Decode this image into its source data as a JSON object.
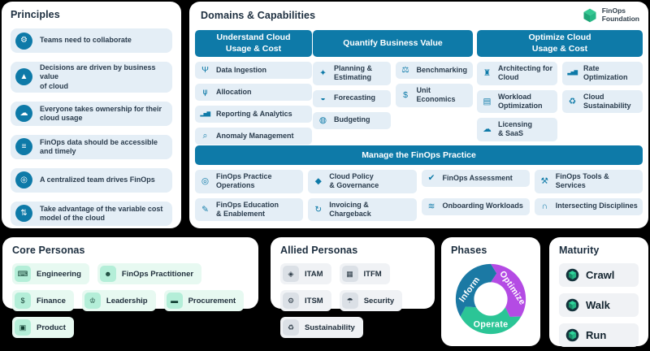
{
  "colors": {
    "header_teal": "#0e7aa8",
    "item_blue_bg": "#e4eef6",
    "icon_blue": "#0e7aa8",
    "mint_bg": "#e7f9f1",
    "gray_bg": "#f0f2f5",
    "brand_green": "#2fbf8f"
  },
  "principles": {
    "title": "Principles",
    "items": [
      {
        "label": "Teams need to collaborate",
        "icon": "collaborate-icon",
        "glyph": "⚙"
      },
      {
        "label": "Decisions are driven by business value\nof cloud",
        "icon": "business-value-icon",
        "glyph": "▲"
      },
      {
        "label": "Everyone takes ownership for their\ncloud usage",
        "icon": "ownership-icon",
        "glyph": "☁"
      },
      {
        "label": "FinOps data should be accessible\nand timely",
        "icon": "data-accessible-icon",
        "glyph": "≡"
      },
      {
        "label": "A centralized team drives FinOps",
        "icon": "centralized-team-icon",
        "glyph": "◎"
      },
      {
        "label": "Take advantage of the variable cost\nmodel of the cloud",
        "icon": "variable-cost-icon",
        "glyph": "⇅"
      }
    ]
  },
  "domains": {
    "title": "Domains & Capabilities",
    "logo": {
      "line1": "FinOps",
      "line2": "Foundation"
    },
    "columns": [
      {
        "header": "Understand Cloud\nUsage & Cost",
        "items": [
          {
            "label": "Data Ingestion",
            "icon": "data-ingestion-icon",
            "glyph": "Ψ"
          },
          {
            "label": "Allocation",
            "icon": "allocation-icon",
            "glyph": "⋔"
          },
          {
            "label": "Reporting & Analytics",
            "icon": "reporting-analytics-icon",
            "glyph": "▂▅▇"
          },
          {
            "label": "Anomaly Management",
            "icon": "anomaly-management-icon",
            "glyph": "⌕"
          }
        ]
      },
      {
        "header": "Quantify Business Value",
        "left_items": [
          {
            "label": "Planning &\nEstimating",
            "icon": "planning-estimating-icon",
            "glyph": "✦"
          },
          {
            "label": "Forecasting",
            "icon": "forecasting-icon",
            "glyph": "◒"
          },
          {
            "label": "Budgeting",
            "icon": "budgeting-icon",
            "glyph": "◍"
          }
        ],
        "right_items": [
          {
            "label": "Benchmarking",
            "icon": "benchmarking-icon",
            "glyph": "⚖"
          },
          {
            "label": "Unit Economics",
            "icon": "unit-economics-icon",
            "glyph": "$"
          }
        ]
      },
      {
        "header": "Optimize Cloud\nUsage & Cost",
        "left_items": [
          {
            "label": "Architecting for\nCloud",
            "icon": "architecting-cloud-icon",
            "glyph": "♜"
          },
          {
            "label": "Workload\nOptimization",
            "icon": "workload-optimization-icon",
            "glyph": "▤"
          },
          {
            "label": "Licensing\n& SaaS",
            "icon": "licensing-saas-icon",
            "glyph": "☁"
          }
        ],
        "right_items": [
          {
            "label": "Rate\nOptimization",
            "icon": "rate-optimization-icon",
            "glyph": "▃▅▇"
          },
          {
            "label": "Cloud\nSustainability",
            "icon": "cloud-sustainability-icon",
            "glyph": "♻"
          }
        ]
      }
    ],
    "manage": {
      "header": "Manage the FinOps Practice",
      "items": [
        {
          "label": "FinOps Practice\nOperations",
          "icon": "practice-operations-icon",
          "glyph": "◎"
        },
        {
          "label": "Cloud Policy\n& Governance",
          "icon": "policy-governance-icon",
          "glyph": "◆"
        },
        {
          "label": "FinOps Assessment",
          "icon": "assessment-icon",
          "glyph": "✔"
        },
        {
          "label": "FinOps Tools & Services",
          "icon": "tools-services-icon",
          "glyph": "⚒"
        },
        {
          "label": "FinOps Education\n& Enablement",
          "icon": "education-enablement-icon",
          "glyph": "✎"
        },
        {
          "label": "Invoicing & Chargeback",
          "icon": "invoicing-chargeback-icon",
          "glyph": "↻"
        },
        {
          "label": "Onboarding Workloads",
          "icon": "onboarding-workloads-icon",
          "glyph": "≋"
        },
        {
          "label": "Intersecting Disciplines",
          "icon": "intersecting-disciplines-icon",
          "glyph": "∩"
        }
      ]
    }
  },
  "core_personas": {
    "title": "Core Personas",
    "items": [
      {
        "label": "Engineering",
        "icon": "engineering-icon",
        "glyph": "⌨"
      },
      {
        "label": "FinOps Practitioner",
        "icon": "finops-practitioner-icon",
        "glyph": "☻"
      },
      {
        "label": "Finance",
        "icon": "finance-icon",
        "glyph": "$"
      },
      {
        "label": "Leadership",
        "icon": "leadership-icon",
        "glyph": "♔"
      },
      {
        "label": "Procurement",
        "icon": "procurement-icon",
        "glyph": "▬"
      },
      {
        "label": "Product",
        "icon": "product-icon",
        "glyph": "▣"
      }
    ]
  },
  "allied_personas": {
    "title": "Allied Personas",
    "items": [
      {
        "label": "ITAM",
        "icon": "itam-icon",
        "glyph": "◈"
      },
      {
        "label": "ITFM",
        "icon": "itfm-icon",
        "glyph": "▦"
      },
      {
        "label": "ITSM",
        "icon": "itsm-icon",
        "glyph": "⚙"
      },
      {
        "label": "Security",
        "icon": "security-icon",
        "glyph": "☂"
      },
      {
        "label": "Sustainability",
        "icon": "sustainability-icon",
        "glyph": "♻"
      }
    ]
  },
  "phases": {
    "title": "Phases",
    "segments": [
      {
        "label": "Inform",
        "color": "#1b79a4"
      },
      {
        "label": "Optimize",
        "color": "#b44be4"
      },
      {
        "label": "Operate",
        "color": "#2bc596"
      }
    ]
  },
  "maturity": {
    "title": "Maturity",
    "items": [
      {
        "label": "Crawl"
      },
      {
        "label": "Walk"
      },
      {
        "label": "Run"
      }
    ]
  }
}
